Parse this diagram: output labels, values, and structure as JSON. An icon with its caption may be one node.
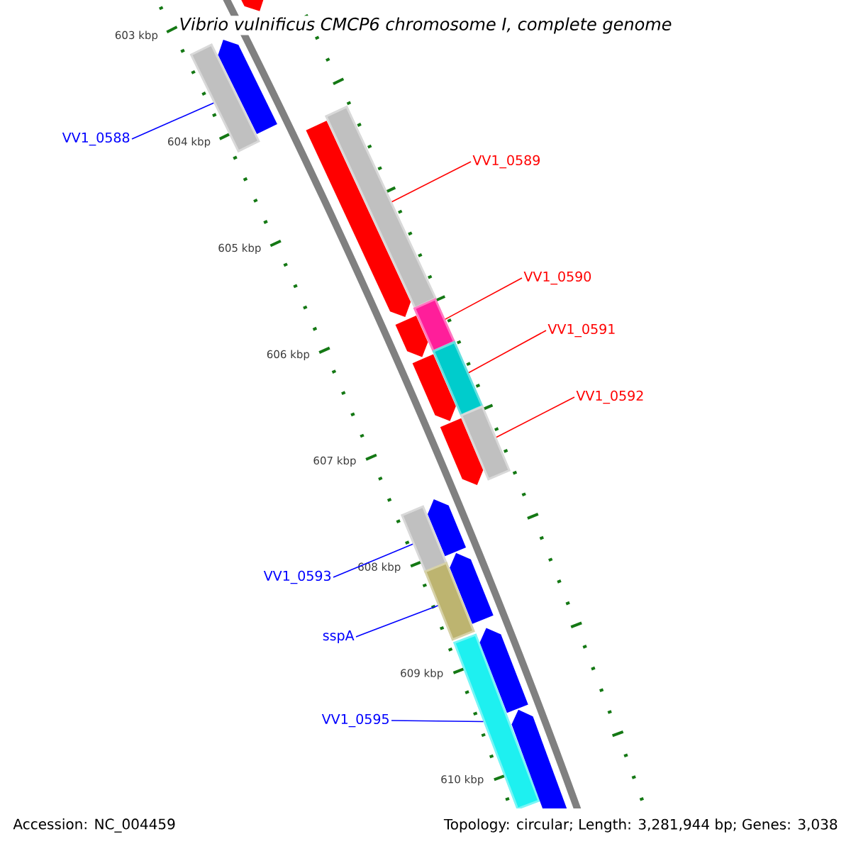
{
  "diagram": {
    "title": "Vibrio vulnificus CMCP6 chromosome I, complete genome",
    "nodes": [
      {
        "text": [
          "VV1_0588"
        ]
      },
      {
        "text": [],
        "shape": "bar"
      },
      {
        "text": [
          "VV1_0589"
        ]
      },
      {
        "text": [],
        "shape": "bar"
      },
      {
        "text": [
          "VV1_0590"
        ]
      },
      {
        "text": [],
        "shape": "bar"
      },
      {
        "text": [
          "VV1_0591"
        ]
      },
      {
        "text": [],
        "shape": "bar"
      },
      {
        "text": [
          "VV1_0592"
        ]
      },
      {
        "text": [],
        "shape": "bar"
      },
      {
        "text": [
          "VV1_0593"
        ]
      },
      {
        "text": [],
        "shape": "bar"
      },
      {
        "text": [
          "sspA"
        ]
      },
      {
        "text": [],
        "shape": "bar"
      },
      {
        "text": [
          "VV1_0595"
        ]
      },
      {
        "text": [],
        "shape": "bar"
      },
      {
        "text": [],
        "shape": "arrow"
      },
      {
        "text": [],
        "shape": "arrow"
      },
      {
        "text": [],
        "shape": "arrow"
      },
      {
        "text": [],
        "shape": "arrow"
      },
      {
        "text": [],
        "shape": "arrow"
      },
      {
        "text": [],
        "shape": "arrow"
      },
      {
        "text": [],
        "shape": "arrow"
      },
      {
        "text": [],
        "shape": "arrow"
      },
      {
        "text": [],
        "shape": "arrow"
      },
      {
        "text": [],
        "shape": "arrow"
      }
    ],
    "edges": [
      {
        "from": 0,
        "to": 1,
        "arrow": "none",
        "color": "#0000ff"
      },
      {
        "from": 2,
        "to": 3,
        "arrow": "none",
        "color": "#ff0000"
      },
      {
        "from": 4,
        "to": 5,
        "arrow": "none",
        "color": "#ff0000"
      },
      {
        "from": 6,
        "to": 7,
        "arrow": "none",
        "color": "#ff0000"
      },
      {
        "from": 8,
        "to": 9,
        "arrow": "none",
        "color": "#ff0000"
      },
      {
        "from": 10,
        "to": 11,
        "arrow": "none",
        "color": "#0000ff"
      },
      {
        "from": 12,
        "to": 13,
        "arrow": "none",
        "color": "#0000ff"
      },
      {
        "from": 14,
        "to": 15,
        "arrow": "none",
        "color": "#0000ff"
      }
    ],
    "labels": [
      "603 kbp",
      "604 kbp",
      "605 kbp",
      "606 kbp",
      "607 kbp",
      "608 kbp",
      "609 kbp",
      "610 kbp",
      "Accession: NC_004459",
      "Topology: circular; Length: 3,281,944 bp; Genes: 3,038"
    ]
  }
}
